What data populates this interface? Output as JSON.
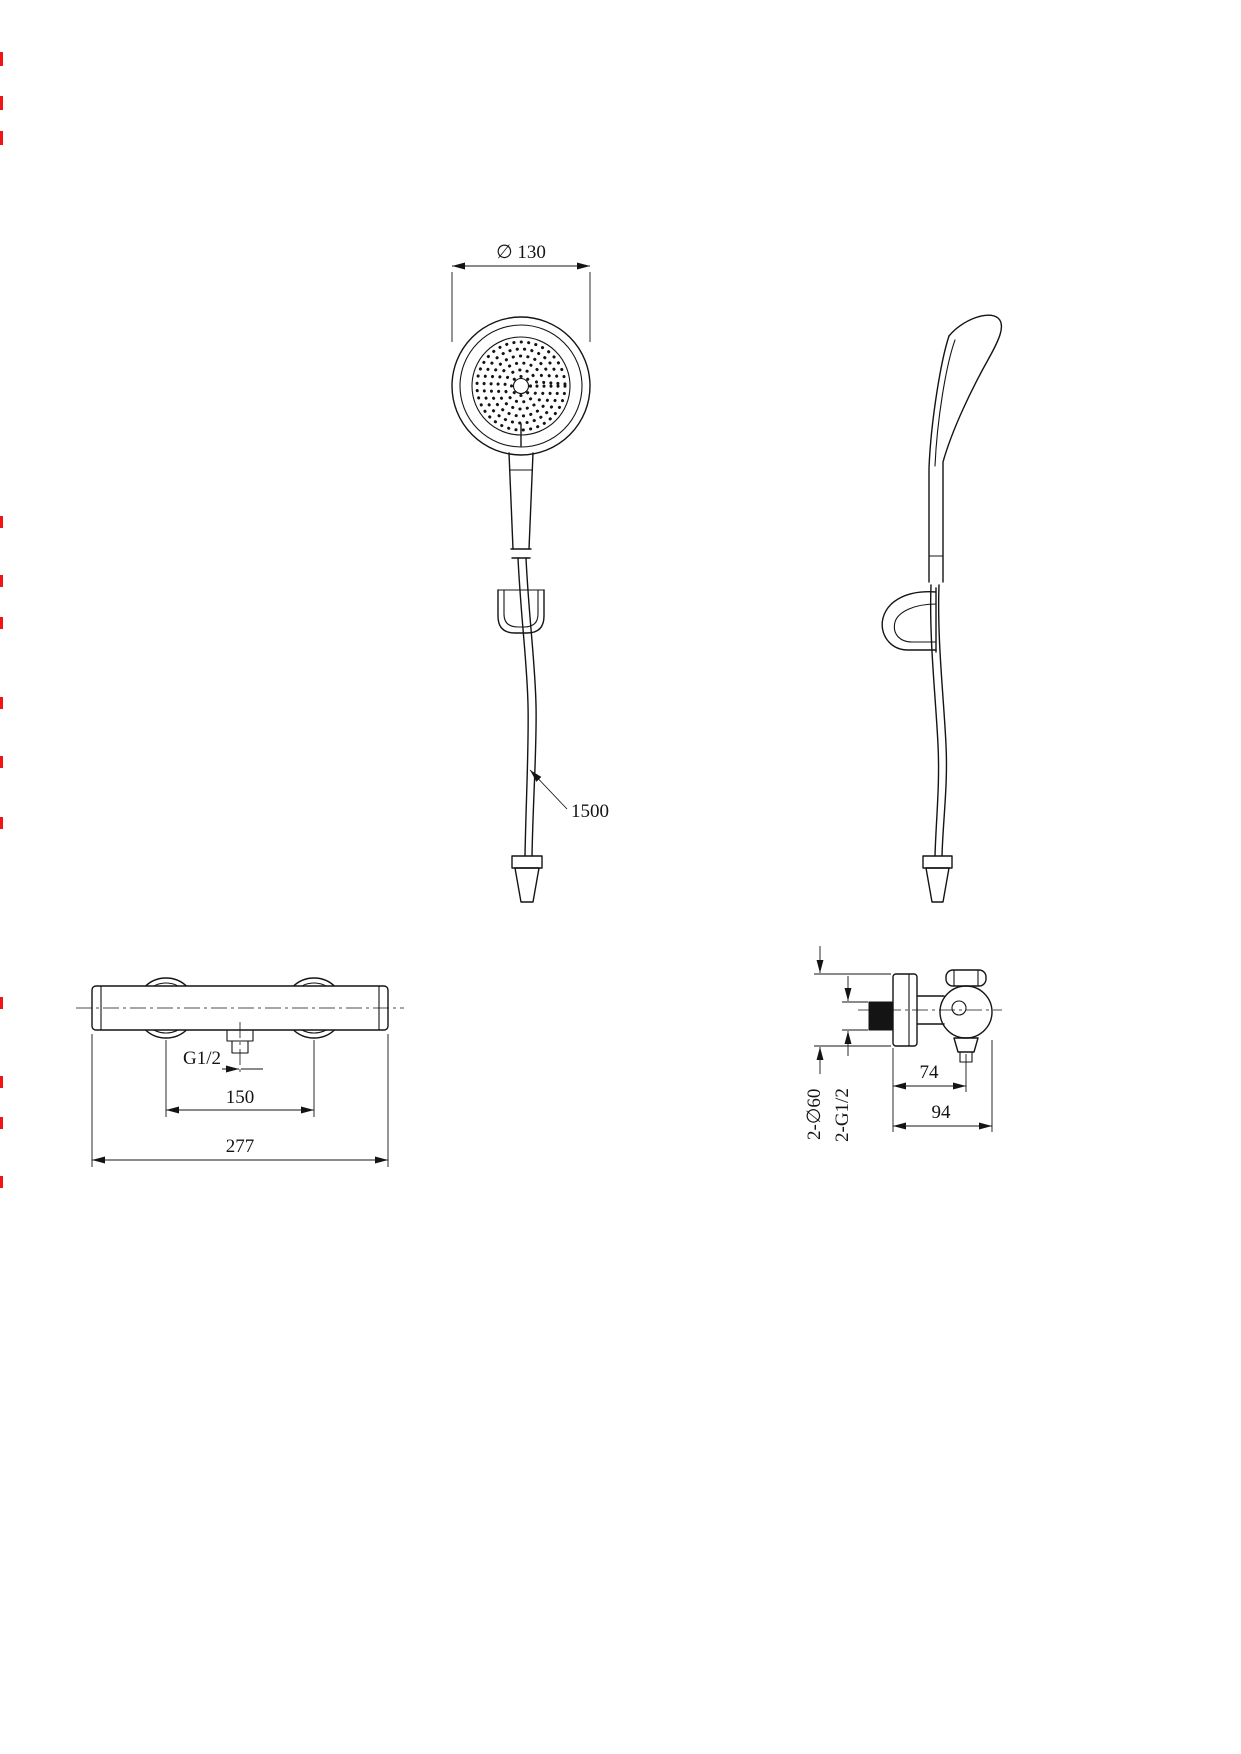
{
  "page": {
    "background": "#ffffff",
    "line_color": "#141414",
    "accent_mark_color": "#f01414",
    "description": "Technical dimension drawing of a hand shower set with hose, wall bracket and thermostatic bar mixer"
  },
  "views": {
    "handshower_front": "hand shower front view",
    "handshower_side": "hand shower side view",
    "mixer_front": "shower mixer front view",
    "mixer_side": "shower mixer side view"
  },
  "dimensions": {
    "head_diameter": "∅ 130",
    "hose_length": "1500",
    "outlet_thread": "G1/2",
    "port_spacing": "150",
    "bar_width": "277",
    "escutcheon_diameter": "2-∅60",
    "inlet_thread": "2-G1/2",
    "center_depth": "74",
    "total_depth": "94"
  }
}
